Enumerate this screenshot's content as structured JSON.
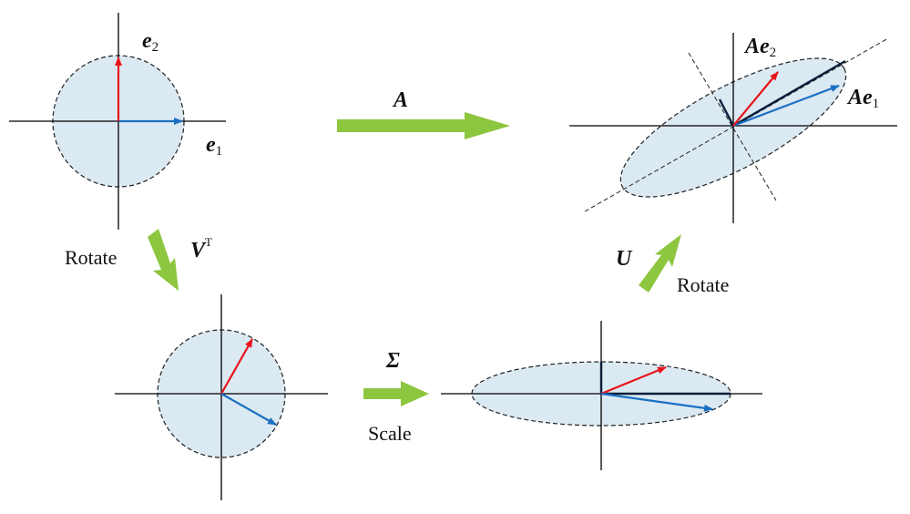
{
  "labels": {
    "e1": {
      "base": "e",
      "sub": "1"
    },
    "e2": {
      "base": "e",
      "sub": "2"
    },
    "A": "A",
    "Ae1": {
      "base": "Ae",
      "sub": "1"
    },
    "Ae2": {
      "base": "Ae",
      "sub": "2"
    },
    "VT": {
      "base": "V",
      "sup": "T"
    },
    "Sigma": "Σ",
    "U": "U",
    "rotate_left": "Rotate",
    "rotate_right": "Rotate",
    "scale": "Scale"
  },
  "colors": {
    "fill": "#dbe9f2",
    "red_arrow": "#e8141c",
    "blue_arrow": "#1a6fc2",
    "green_arrow": "#8dc63f",
    "axis": "#000000"
  }
}
